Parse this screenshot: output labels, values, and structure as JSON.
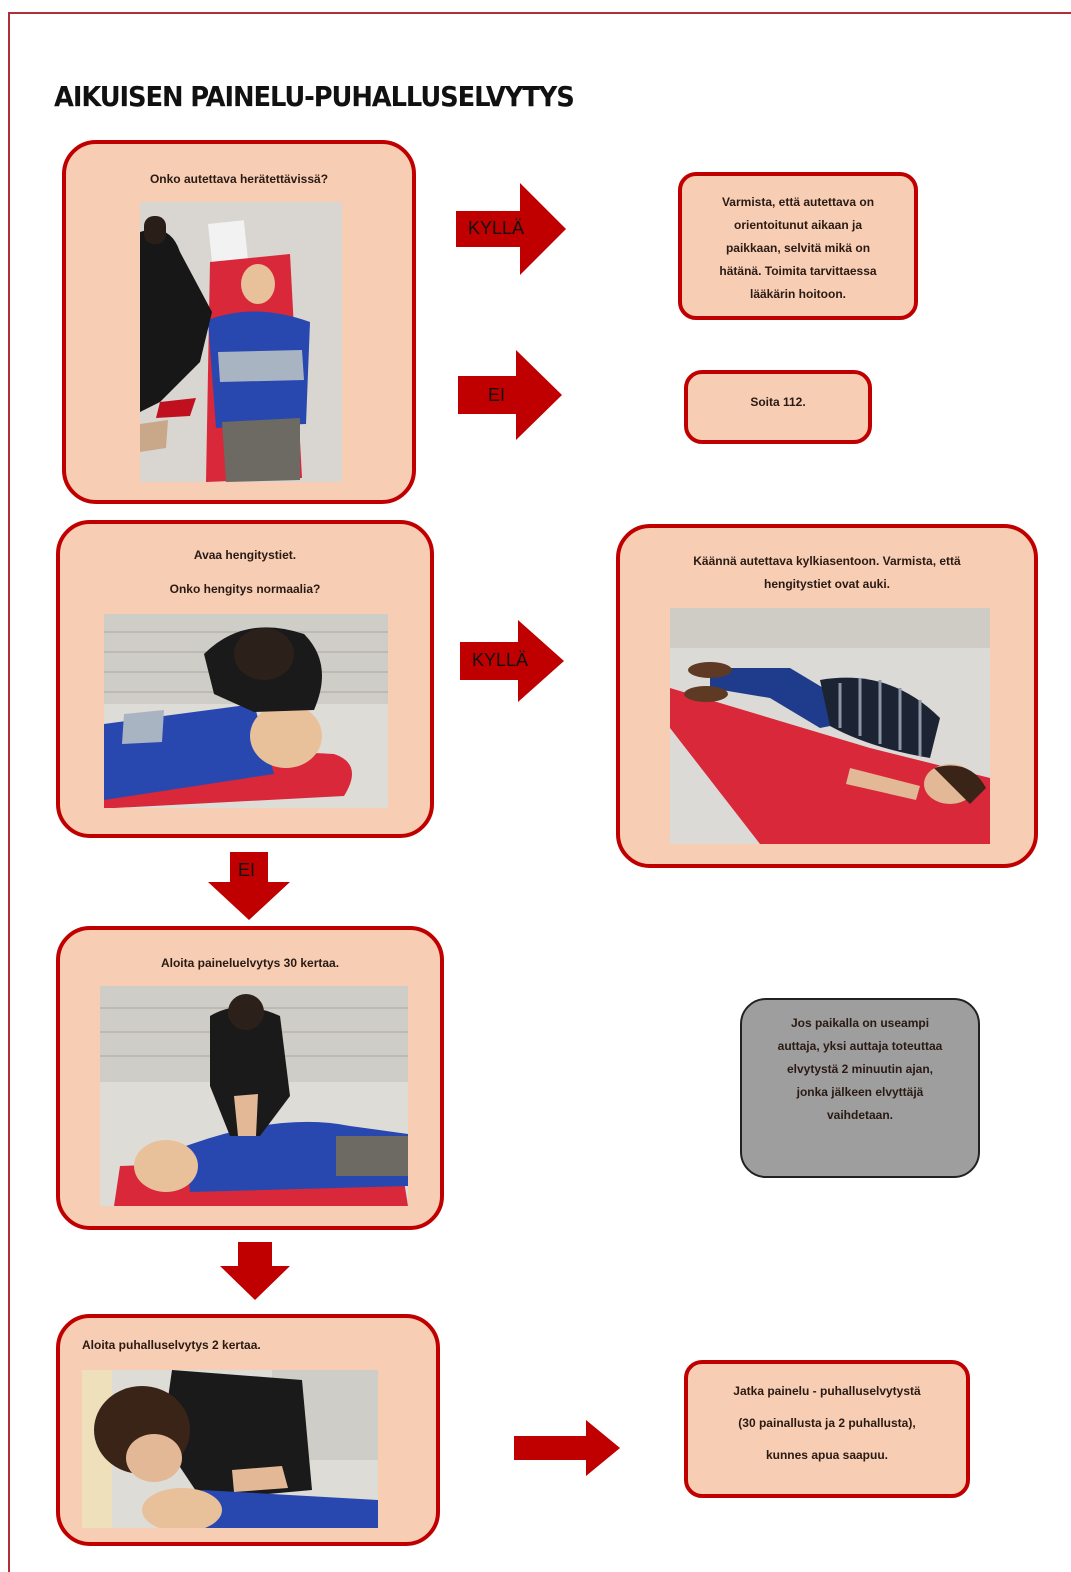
{
  "title": "AIKUISEN PAINELU-PUHALLUSELVYTYS",
  "colors": {
    "accent": "#c00000",
    "box_fill": "#f7cdb3",
    "note_fill": "#9e9e9e"
  },
  "step1": {
    "question": "Onko autettava herätettävissä?"
  },
  "yes1": {
    "label": "KYLLÄ",
    "text": [
      "Varmista, että autettava on",
      "orientoitunut aikaan ja",
      "paikkaan, selvitä mikä on",
      "hätänä. Toimita tarvittaessa",
      "lääkärin hoitoon."
    ]
  },
  "no1": {
    "label": "EI",
    "text": "Soita 112."
  },
  "step2": {
    "line1": "Avaa hengitystiet.",
    "line2": "Onko hengitys normaalia?"
  },
  "yes2": {
    "label": "KYLLÄ",
    "text": [
      "Käännä autettava kylkiasentoon. Varmista, että",
      "hengitystiet ovat auki."
    ]
  },
  "no2": {
    "label": "EI"
  },
  "step3": {
    "text": "Aloita painelu­elvytys 30 kertaa."
  },
  "note": {
    "text": [
      "Jos paikalla on useampi",
      "auttaja, yksi auttaja toteuttaa",
      "elvytystä 2 minuutin ajan,",
      "jonka jälkeen elvyttäjä",
      "vaihdetaan."
    ]
  },
  "step4": {
    "text": "Aloita puhalluselvytys 2 kertaa."
  },
  "final": {
    "line1": "Jatka painelu - puhalluselvytystä",
    "line2": "(30 painallusta ja 2 puhallusta),",
    "line3": "kunnes apua saapuu."
  }
}
